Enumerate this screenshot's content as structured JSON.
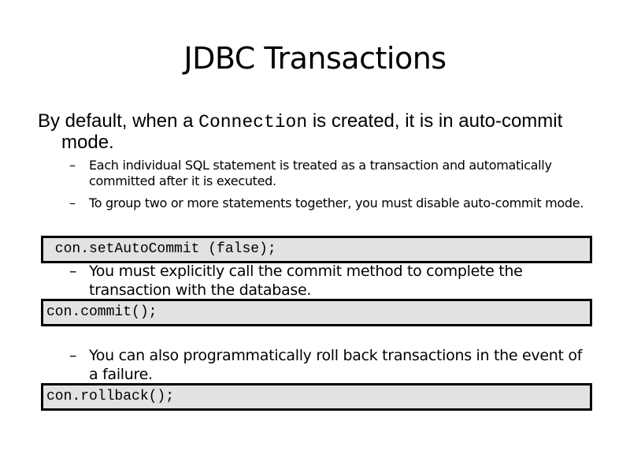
{
  "slide": {
    "title": "JDBC Transactions",
    "main_bullet": {
      "prefix": "By default, when a ",
      "code": "Connection",
      "suffix": " is created, it is in auto-commit mode."
    },
    "sub_bullets": [
      {
        "dash": "–",
        "text": "Each individual SQL statement is treated as a transaction and automatically committed after it is executed."
      },
      {
        "dash": "–",
        "text": "To group two or more statements together, you must disable auto-commit mode."
      },
      {
        "dash": "–",
        "text": "You must explicitly call the commit method to complete the transaction with the database."
      },
      {
        "dash": "–",
        "text": "You can also programmatically roll back transactions in the event of a failure."
      }
    ],
    "code_blocks": [
      " con.setAutoCommit (false);",
      "con.commit();",
      "con.rollback();"
    ]
  }
}
